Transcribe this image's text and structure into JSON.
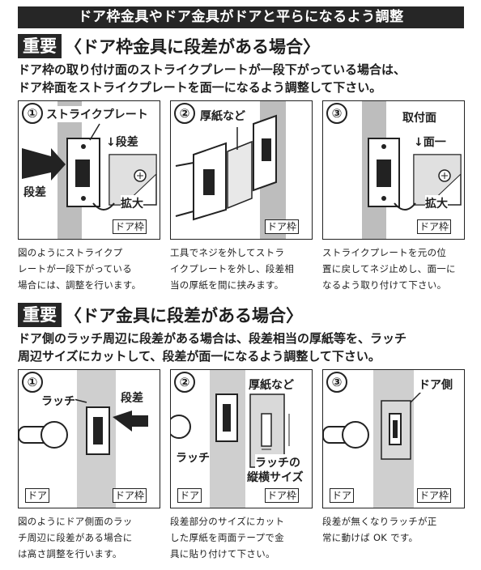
{
  "title": "ドア枠金具やドア金具がドアと平らになるよう調整",
  "section1": {
    "badge": "重要",
    "heading": "〈ドア枠金具に段差がある場合〉",
    "intro": [
      "ドア枠の取り付け面のストライクプレートが一段下がっている場合は、",
      "ドア枠面をストライクプレートを面一になるよう調整して下さい。"
    ],
    "panels": [
      {
        "num": "①",
        "labels": [
          "ストライクプレート",
          "↓段差",
          "段差",
          "拡大"
        ],
        "tag": "ドア枠",
        "caption": [
          "図のようにストライクプ",
          "レートが一段下がっている",
          "場合には、調整を行います。"
        ]
      },
      {
        "num": "②",
        "labels": [
          "厚紙など"
        ],
        "tag": "ドア枠",
        "caption": [
          "工具でネジを外してストラ",
          "イクプレートを外し、段差相",
          "当の厚紙を間に挟みます。"
        ]
      },
      {
        "num": "③",
        "labels": [
          "取付面",
          "↓面一",
          "拡大"
        ],
        "tag": "ドア枠",
        "caption": [
          "ストライクプレートを元の位",
          "置に戻してネジ止めし、面一に",
          "なるよう取り付けて下さい。"
        ]
      }
    ]
  },
  "section2": {
    "badge": "重要",
    "heading": "〈ドア金具に段差がある場合〉",
    "intro": [
      "ドア側のラッチ周辺に段差がある場合は、段差相当の厚紙等を、ラッチ",
      "周辺サイズにカットして、段差が面一になるよう調整して下さい。"
    ],
    "panels": [
      {
        "num": "①",
        "labels": [
          "ラッチ",
          "段差"
        ],
        "tags": [
          "ドア",
          "ドア枠"
        ],
        "caption": [
          "図のようにドア側面のラッ",
          "チ周辺に段差がある場合に",
          "は高さ調整を行います。"
        ]
      },
      {
        "num": "②",
        "labels": [
          "厚紙など",
          "ラッチ",
          "ラッチの",
          "縦横サイズ"
        ],
        "tags": [
          "ドア",
          "ドア枠"
        ],
        "caption": [
          "段差部分のサイズにカット",
          "した厚紙を両面テープで金",
          "具に貼り付けて下さい。"
        ]
      },
      {
        "num": "③",
        "labels": [
          "ドア側"
        ],
        "tags": [
          "ドア",
          "ドア枠"
        ],
        "caption": [
          "段差が無くなりラッチが正",
          "常に動けば OK です。"
        ]
      }
    ]
  }
}
